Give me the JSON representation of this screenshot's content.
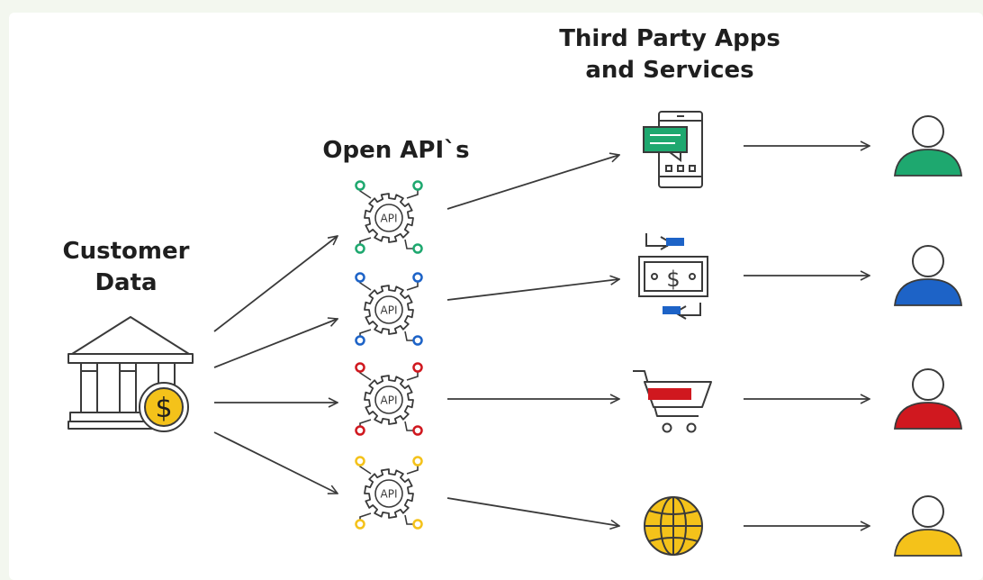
{
  "labels": {
    "third_party": "Third Party Apps\nand Services",
    "open_apis": "Open API`s",
    "customer_data": "Customer\nData"
  },
  "gear_label": "API",
  "dollar_symbol": "$",
  "source_icon": "bank-building-dollar-icon",
  "api_gears": [
    {
      "name": "api-gear-green",
      "color": "#1ea86f"
    },
    {
      "name": "api-gear-blue",
      "color": "#1d63c7"
    },
    {
      "name": "api-gear-red",
      "color": "#d0181f"
    },
    {
      "name": "api-gear-yellow",
      "color": "#f4c21a"
    }
  ],
  "services": [
    {
      "icon": "mobile-chat-icon",
      "color": "#1ea86f"
    },
    {
      "icon": "money-transfer-icon",
      "color": "#1d63c7"
    },
    {
      "icon": "shopping-cart-icon",
      "color": "#d0181f"
    },
    {
      "icon": "globe-icon",
      "color": "#f4c21a"
    }
  ],
  "users": [
    {
      "icon": "user-icon",
      "color": "#1ea86f"
    },
    {
      "icon": "user-icon",
      "color": "#1d63c7"
    },
    {
      "icon": "user-icon",
      "color": "#d0181f"
    },
    {
      "icon": "user-icon",
      "color": "#f4c21a"
    }
  ],
  "colors": {
    "stroke": "#3a3a3a",
    "text": "#1f1f1f",
    "coin": "#f4c21a"
  }
}
